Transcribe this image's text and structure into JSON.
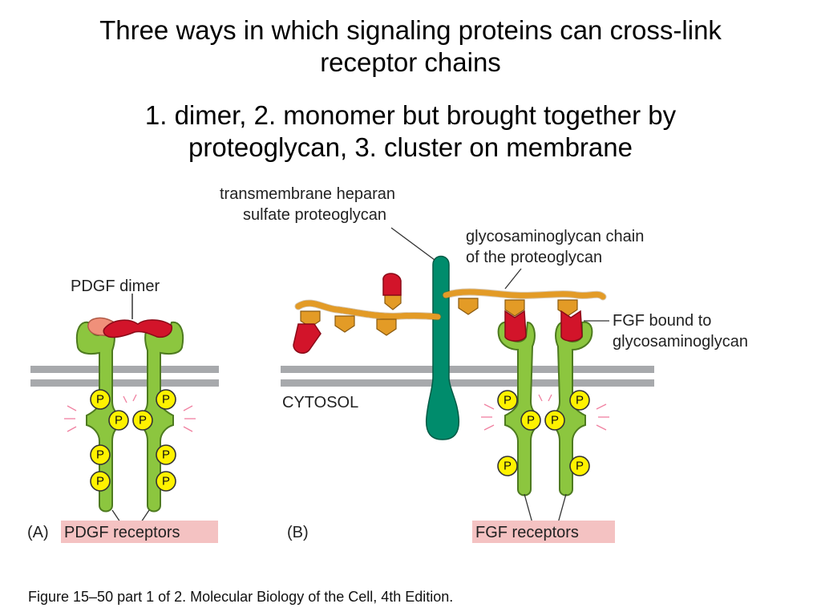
{
  "slide": {
    "title_line1": "Three ways in which signaling proteins can cross-link",
    "title_line2": "receptor chains",
    "subtitle_line1": "1. dimer, 2. monomer but brought together by",
    "subtitle_line2": "proteoglycan, 3. cluster on membrane"
  },
  "diagram": {
    "panel_a_marker": "(A)",
    "panel_b_marker": "(B)",
    "pdgf_dimer": "PDGF dimer",
    "pdgf_receptors": "PDGF receptors",
    "tm_heparan_line1": "transmembrane heparan",
    "tm_heparan_line2": "sulfate proteoglycan",
    "gag_chain_line1": "glycosaminoglycan chain",
    "gag_chain_line2": "of the proteoglycan",
    "fgf_bound_line1": "FGF bound to",
    "fgf_bound_line2": "glycosaminoglycan",
    "cytosol": "CYTOSOL",
    "fgf_receptors": "FGF receptors",
    "phosphate": "P"
  },
  "colors": {
    "receptor": "#8cc63f",
    "receptor_outline": "#4d7a1f",
    "membrane": "#a7a9ac",
    "ligand_red": "#d2142a",
    "ligand_pink": "#f0907a",
    "proteoglycan_core": "#008c6c",
    "gag_chain": "#e39b26",
    "phosphate_fill": "#fff200",
    "receptor_label_bg": "#f4c2c2"
  },
  "caption": "Figure 15–50 part 1 of 2. Molecular Biology of the Cell, 4th Edition."
}
